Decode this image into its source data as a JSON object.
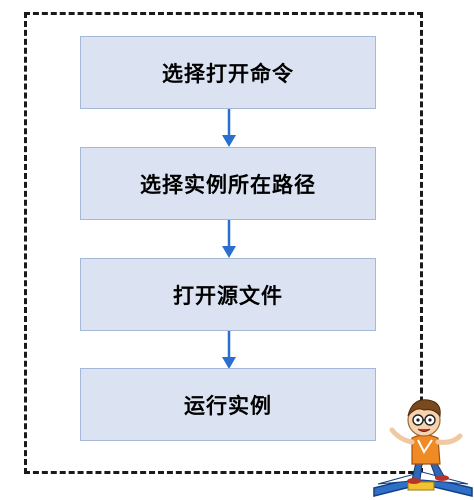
{
  "flowchart": {
    "steps": [
      {
        "label": "选择打开命令"
      },
      {
        "label": "选择实例所在路径"
      },
      {
        "label": "打开源文件"
      },
      {
        "label": "运行实例"
      }
    ]
  },
  "colors": {
    "box_fill": "#dbe3f2",
    "box_border": "#a6b8d8",
    "arrow": "#2a6fd0",
    "frame_border": "#1a1a1a"
  },
  "decoration": {
    "mascot_icon": "reading-boy-icon"
  }
}
